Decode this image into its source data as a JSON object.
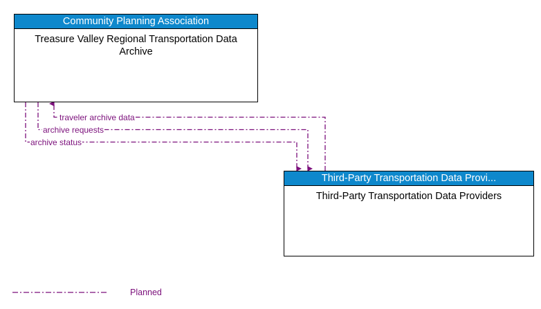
{
  "diagram": {
    "type": "context-flow-diagram",
    "nodes": [
      {
        "id": "cpa",
        "header": "Community Planning Association",
        "title": "Treasure Valley Regional Transportation Data Archive",
        "header_color": "#0e88cc"
      },
      {
        "id": "third-party",
        "header": "Third-Party Transportation Data Provi...",
        "title": "Third-Party Transportation Data Providers",
        "header_color": "#0e88cc"
      }
    ],
    "flows": [
      {
        "label": "traveler archive data",
        "from": "third-party",
        "to": "cpa",
        "style": "planned"
      },
      {
        "label": "archive requests",
        "from": "cpa",
        "to": "third-party",
        "style": "planned"
      },
      {
        "label": "archive status",
        "from": "third-party",
        "to": "cpa",
        "style": "planned"
      }
    ],
    "flow_color": "#7b0f7b",
    "legend": [
      {
        "label": "Planned",
        "style": "dash-dot",
        "color": "#7b0f7b"
      }
    ]
  }
}
